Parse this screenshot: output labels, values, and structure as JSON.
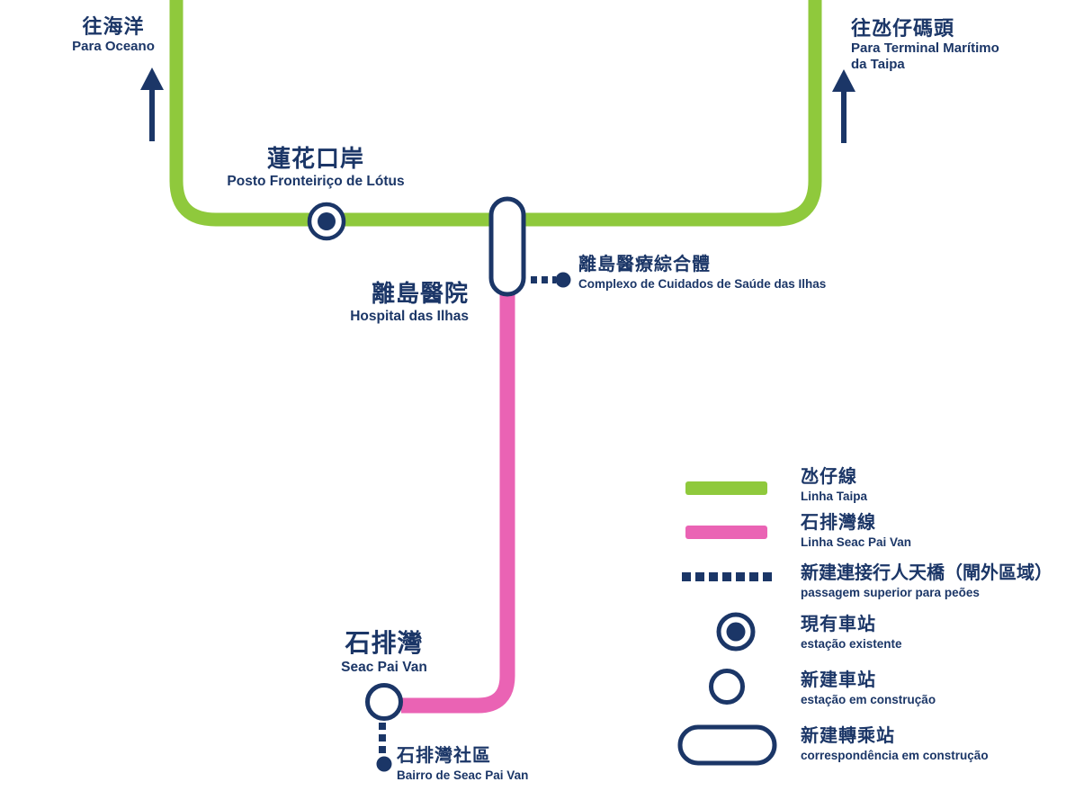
{
  "colors": {
    "taipa_line_green": "#8FC93C",
    "seac_pai_van_line_pink": "#EA63B4",
    "navy": "#1B3667",
    "white": "#FFFFFF"
  },
  "directions": {
    "oceano": {
      "zh": "往海洋",
      "pt": "Para Oceano"
    },
    "taipa_terminal": {
      "zh": "往氹仔碼頭",
      "pt_line1": "Para Terminal Marítimo",
      "pt_line2": "da Taipa"
    }
  },
  "stations": {
    "lotus": {
      "zh": "蓮花口岸",
      "pt": "Posto Fronteiriço de Lótus"
    },
    "hospital": {
      "zh": "離島醫院",
      "pt": "Hospital das Ilhas"
    },
    "hospital_complex": {
      "zh": "離島醫療綜合體",
      "pt": "Complexo de Cuidados de Saúde das Ilhas"
    },
    "seac_pai_van": {
      "zh": "石排灣",
      "pt": "Seac Pai Van"
    },
    "bairro_seac_pai_van": {
      "zh": "石排灣社區",
      "pt": "Bairro de Seac Pai Van"
    }
  },
  "legend": {
    "taipa_line": {
      "zh": "氹仔線",
      "pt": "Linha Taipa"
    },
    "seac_pai_van_line": {
      "zh": "石排灣線",
      "pt": "Linha Seac Pai Van"
    },
    "footbridge": {
      "zh": "新建連接行人天橋（閘外區域）",
      "pt": "passagem superior para peões"
    },
    "existing_station": {
      "zh": "現有車站",
      "pt": "estação existente"
    },
    "new_station": {
      "zh": "新建車站",
      "pt": "estação em construção"
    },
    "new_interchange": {
      "zh": "新建轉乘站",
      "pt": "correspondência em construção"
    }
  }
}
